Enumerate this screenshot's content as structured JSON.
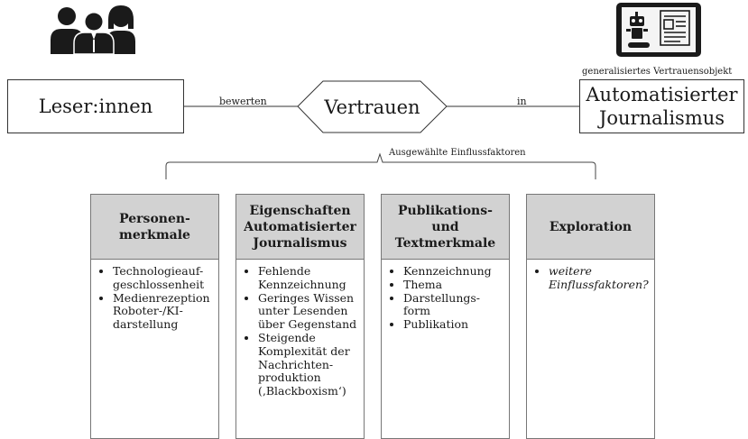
{
  "nodes": {
    "readers": "Leser:innen",
    "trust": "Vertrauen",
    "automated_journalism": [
      "Automatisierter",
      "Journalismus"
    ]
  },
  "edges": {
    "evaluate": "bewerten",
    "in": "in"
  },
  "notes": {
    "trust_object": "generalisiertes Vertrauensobjekt",
    "factors": "Ausgewählte Einflussfaktoren"
  },
  "icons": {
    "left": "people-group-icon",
    "right": "robot-news-tablet-icon"
  },
  "columns": [
    {
      "title": [
        "Personen-",
        "merkmale"
      ],
      "items": [
        "Technologieauf-geschlossenheit",
        "Medienrezeption Roboter-/KI-darstellung"
      ],
      "italic": false
    },
    {
      "title": [
        "Eigenschaften",
        "Automatisierter",
        "Journalismus"
      ],
      "items": [
        "Fehlende Kennzeichnung",
        "Geringes Wissen unter Lesenden über Gegenstand",
        "Steigende Komplexität der Nachrichten-produktion (‚Blackboxism‘)"
      ],
      "italic": false
    },
    {
      "title": [
        "Publikations-",
        "und",
        "Textmerkmale"
      ],
      "items": [
        "Kennzeichnung",
        "Thema",
        "Darstellungs-form",
        "Publikation"
      ],
      "italic": false
    },
    {
      "title": [
        "Exploration"
      ],
      "items": [
        "weitere Einflussfaktoren?"
      ],
      "italic": true
    }
  ]
}
